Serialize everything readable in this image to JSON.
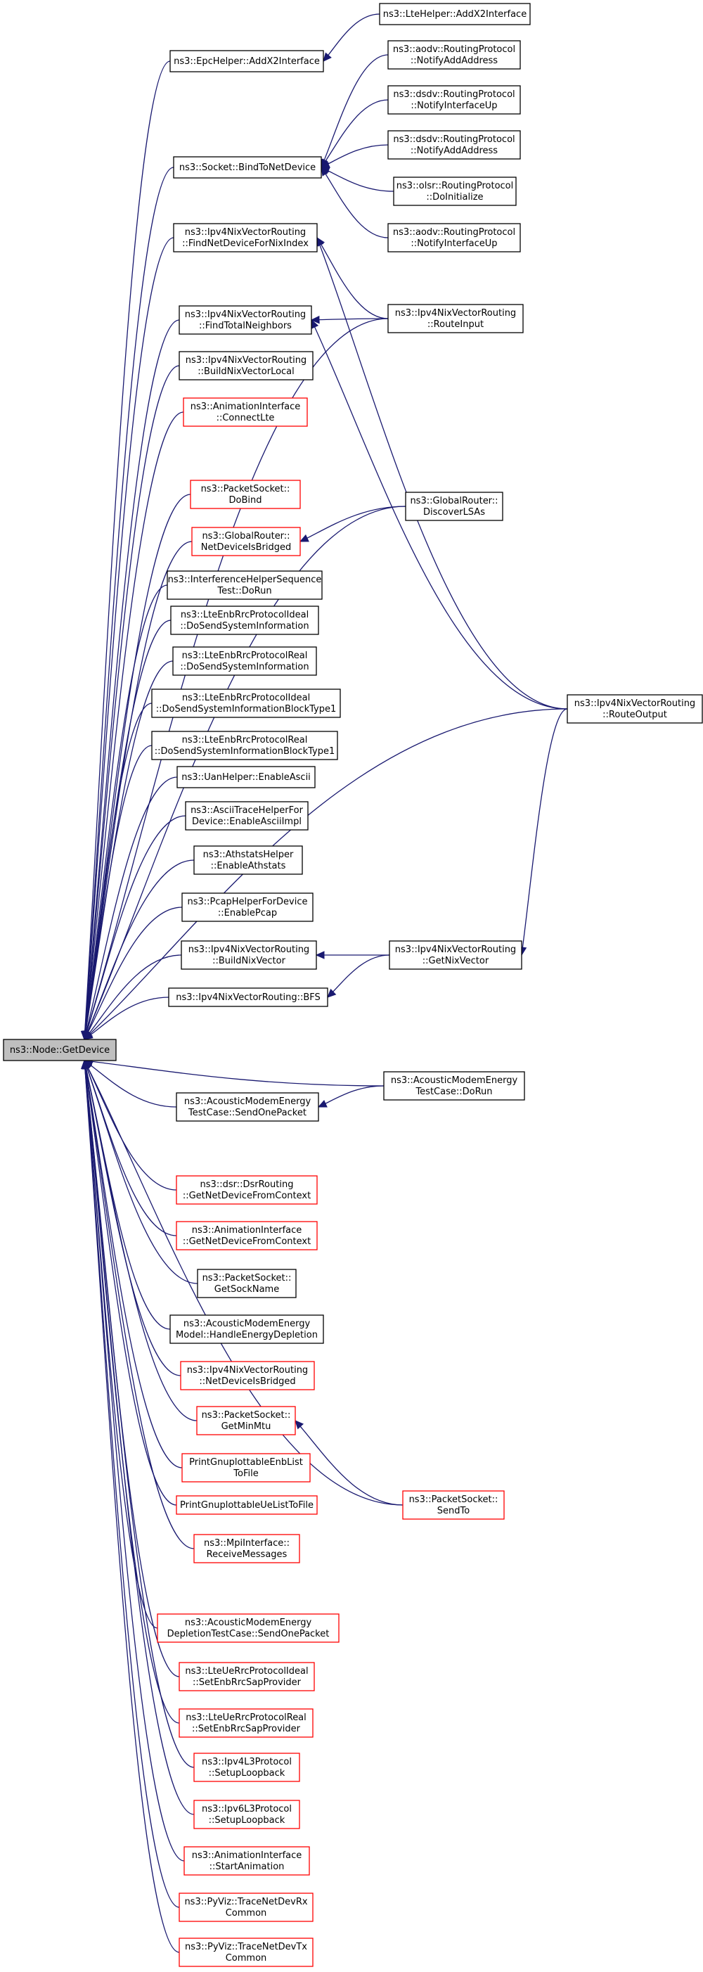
{
  "graph": {
    "title": "ns3::Node::GetDevice call graph",
    "nodes": [
      {
        "id": "getdevice",
        "lines": [
          "ns3::Node::GetDevice"
        ],
        "border": "root"
      },
      {
        "id": "epc_addx2",
        "lines": [
          "ns3::EpcHelper::AddX2Interface"
        ],
        "border": "black"
      },
      {
        "id": "lte_addx2",
        "lines": [
          "ns3::LteHelper::AddX2Interface"
        ],
        "border": "black"
      },
      {
        "id": "bindtonet",
        "lines": [
          "ns3::Socket::BindToNetDevice"
        ],
        "border": "black"
      },
      {
        "id": "aodv_notifyadd",
        "lines": [
          "ns3::aodv::RoutingProtocol",
          "::NotifyAddAddress"
        ],
        "border": "black"
      },
      {
        "id": "dsdv_notifyup",
        "lines": [
          "ns3::dsdv::RoutingProtocol",
          "::NotifyInterfaceUp"
        ],
        "border": "black"
      },
      {
        "id": "dsdv_notifyadd",
        "lines": [
          "ns3::dsdv::RoutingProtocol",
          "::NotifyAddAddress"
        ],
        "border": "black"
      },
      {
        "id": "olsr_doinit",
        "lines": [
          "ns3::olsr::RoutingProtocol",
          "::DoInitialize"
        ],
        "border": "black"
      },
      {
        "id": "aodv_notifyup",
        "lines": [
          "ns3::aodv::RoutingProtocol",
          "::NotifyInterfaceUp"
        ],
        "border": "black"
      },
      {
        "id": "findnetdev",
        "lines": [
          "ns3::Ipv4NixVectorRouting",
          "::FindNetDeviceForNixIndex"
        ],
        "border": "black"
      },
      {
        "id": "findtotal",
        "lines": [
          "ns3::Ipv4NixVectorRouting",
          "::FindTotalNeighbors"
        ],
        "border": "black"
      },
      {
        "id": "routeinput",
        "lines": [
          "ns3::Ipv4NixVectorRouting",
          "::RouteInput"
        ],
        "border": "black"
      },
      {
        "id": "buildlocal",
        "lines": [
          "ns3::Ipv4NixVectorRouting",
          "::BuildNixVectorLocal"
        ],
        "border": "black"
      },
      {
        "id": "connectlte",
        "lines": [
          "ns3::AnimationInterface",
          "::ConnectLte"
        ],
        "border": "red"
      },
      {
        "id": "dobind",
        "lines": [
          "ns3::PacketSocket::",
          "DoBind"
        ],
        "border": "red"
      },
      {
        "id": "discoverlsas",
        "lines": [
          "ns3::GlobalRouter::",
          "DiscoverLSAs"
        ],
        "border": "black"
      },
      {
        "id": "netdevbridged_gr",
        "lines": [
          "ns3::GlobalRouter::",
          "NetDeviceIsBridged"
        ],
        "border": "red"
      },
      {
        "id": "interference",
        "lines": [
          "ns3::InterferenceHelperSequence",
          "Test::DoRun"
        ],
        "border": "black"
      },
      {
        "id": "ideal_dosend",
        "lines": [
          "ns3::LteEnbRrcProtocolIdeal",
          "::DoSendSystemInformation"
        ],
        "border": "black"
      },
      {
        "id": "real_dosend",
        "lines": [
          "ns3::LteEnbRrcProtocolReal",
          "::DoSendSystemInformation"
        ],
        "border": "black"
      },
      {
        "id": "ideal_block",
        "lines": [
          "ns3::LteEnbRrcProtocolIdeal",
          "::DoSendSystemInformationBlockType1"
        ],
        "border": "black"
      },
      {
        "id": "real_block",
        "lines": [
          "ns3::LteEnbRrcProtocolReal",
          "::DoSendSystemInformationBlockType1"
        ],
        "border": "black"
      },
      {
        "id": "routeoutput",
        "lines": [
          "ns3::Ipv4NixVectorRouting",
          "::RouteOutput"
        ],
        "border": "black"
      },
      {
        "id": "uanascii",
        "lines": [
          "ns3::UanHelper::EnableAscii"
        ],
        "border": "black"
      },
      {
        "id": "asciitrace",
        "lines": [
          "ns3::AsciiTraceHelperFor",
          "Device::EnableAsciiImpl"
        ],
        "border": "black"
      },
      {
        "id": "athstats",
        "lines": [
          "ns3::AthstatsHelper",
          "::EnableAthstats"
        ],
        "border": "black"
      },
      {
        "id": "pcaphelper",
        "lines": [
          "ns3::PcapHelperForDevice",
          "::EnablePcap"
        ],
        "border": "black"
      },
      {
        "id": "buildnix",
        "lines": [
          "ns3::Ipv4NixVectorRouting",
          "::BuildNixVector"
        ],
        "border": "black"
      },
      {
        "id": "getnixvector",
        "lines": [
          "ns3::Ipv4NixVectorRouting",
          "::GetNixVector"
        ],
        "border": "black"
      },
      {
        "id": "bfs",
        "lines": [
          "ns3::Ipv4NixVectorRouting::BFS"
        ],
        "border": "black"
      },
      {
        "id": "acoustic_send",
        "lines": [
          "ns3::AcousticModemEnergy",
          "TestCase::SendOnePacket"
        ],
        "border": "black"
      },
      {
        "id": "acoustic_run",
        "lines": [
          "ns3::AcousticModemEnergy",
          "TestCase::DoRun"
        ],
        "border": "black"
      },
      {
        "id": "dsr_getnet",
        "lines": [
          "ns3::dsr::DsrRouting",
          "::GetNetDeviceFromContext"
        ],
        "border": "red"
      },
      {
        "id": "anim_getnet",
        "lines": [
          "ns3::AnimationInterface",
          "::GetNetDeviceFromContext"
        ],
        "border": "red"
      },
      {
        "id": "getsockname",
        "lines": [
          "ns3::PacketSocket::",
          "GetSockName"
        ],
        "border": "black"
      },
      {
        "id": "energydepletion",
        "lines": [
          "ns3::AcousticModemEnergy",
          "Model::HandleEnergyDepletion"
        ],
        "border": "black"
      },
      {
        "id": "nix_bridged",
        "lines": [
          "ns3::Ipv4NixVectorRouting",
          "::NetDeviceIsBridged"
        ],
        "border": "red"
      },
      {
        "id": "getminmtu",
        "lines": [
          "ns3::PacketSocket::",
          "GetMinMtu"
        ],
        "border": "red"
      },
      {
        "id": "enblist",
        "lines": [
          "PrintGnuplottableEnbList",
          "ToFile"
        ],
        "border": "red"
      },
      {
        "id": "uelist",
        "lines": [
          "PrintGnuplottableUeListToFile"
        ],
        "border": "red"
      },
      {
        "id": "sendto",
        "lines": [
          "ns3::PacketSocket::",
          "SendTo"
        ],
        "border": "red"
      },
      {
        "id": "mpi",
        "lines": [
          "ns3::MpiInterface::",
          "ReceiveMessages"
        ],
        "border": "red"
      },
      {
        "id": "depletion_send",
        "lines": [
          "ns3::AcousticModemEnergy",
          "DepletionTestCase::SendOnePacket"
        ],
        "border": "red"
      },
      {
        "id": "ue_ideal",
        "lines": [
          "ns3::LteUeRrcProtocolIdeal",
          "::SetEnbRrcSapProvider"
        ],
        "border": "red"
      },
      {
        "id": "ue_real",
        "lines": [
          "ns3::LteUeRrcProtocolReal",
          "::SetEnbRrcSapProvider"
        ],
        "border": "red"
      },
      {
        "id": "ipv4l3",
        "lines": [
          "ns3::Ipv4L3Protocol",
          "::SetupLoopback"
        ],
        "border": "red"
      },
      {
        "id": "ipv6l3",
        "lines": [
          "ns3::Ipv6L3Protocol",
          "::SetupLoopback"
        ],
        "border": "red"
      },
      {
        "id": "startanim",
        "lines": [
          "ns3::AnimationInterface",
          "::StartAnimation"
        ],
        "border": "red"
      },
      {
        "id": "pyviz_rx",
        "lines": [
          "ns3::PyViz::TraceNetDevRx",
          "Common"
        ],
        "border": "red"
      },
      {
        "id": "pyviz_tx",
        "lines": [
          "ns3::PyViz::TraceNetDevTx",
          "Common"
        ],
        "border": "red"
      }
    ],
    "edges": [
      {
        "from": "epc_addx2",
        "to": "getdevice"
      },
      {
        "from": "lte_addx2",
        "to": "epc_addx2"
      },
      {
        "from": "bindtonet",
        "to": "getdevice"
      },
      {
        "from": "aodv_notifyadd",
        "to": "bindtonet"
      },
      {
        "from": "dsdv_notifyup",
        "to": "bindtonet"
      },
      {
        "from": "dsdv_notifyadd",
        "to": "bindtonet"
      },
      {
        "from": "olsr_doinit",
        "to": "bindtonet"
      },
      {
        "from": "aodv_notifyup",
        "to": "bindtonet"
      },
      {
        "from": "findnetdev",
        "to": "getdevice"
      },
      {
        "from": "routeinput",
        "to": "findnetdev"
      },
      {
        "from": "routeoutput",
        "to": "findnetdev"
      },
      {
        "from": "routeinput",
        "to": "getdevice"
      },
      {
        "from": "findtotal",
        "to": "getdevice"
      },
      {
        "from": "routeinput",
        "to": "findtotal"
      },
      {
        "from": "routeoutput",
        "to": "findtotal"
      },
      {
        "from": "buildlocal",
        "to": "getdevice"
      },
      {
        "from": "connectlte",
        "to": "getdevice"
      },
      {
        "from": "discoverlsas",
        "to": "getdevice"
      },
      {
        "from": "dobind",
        "to": "getdevice"
      },
      {
        "from": "netdevbridged_gr",
        "to": "getdevice"
      },
      {
        "from": "discoverlsas",
        "to": "netdevbridged_gr"
      },
      {
        "from": "interference",
        "to": "getdevice"
      },
      {
        "from": "ideal_dosend",
        "to": "getdevice"
      },
      {
        "from": "real_dosend",
        "to": "getdevice"
      },
      {
        "from": "ideal_block",
        "to": "getdevice"
      },
      {
        "from": "real_block",
        "to": "getdevice"
      },
      {
        "from": "uanascii",
        "to": "getdevice"
      },
      {
        "from": "asciitrace",
        "to": "getdevice"
      },
      {
        "from": "athstats",
        "to": "getdevice"
      },
      {
        "from": "pcaphelper",
        "to": "getdevice"
      },
      {
        "from": "buildnix",
        "to": "getdevice"
      },
      {
        "from": "getnixvector",
        "to": "buildnix"
      },
      {
        "from": "routeoutput",
        "to": "getnixvector"
      },
      {
        "from": "bfs",
        "to": "getdevice"
      },
      {
        "from": "getnixvector",
        "to": "bfs"
      },
      {
        "from": "acoustic_run",
        "to": "getdevice"
      },
      {
        "from": "acoustic_send",
        "to": "getdevice"
      },
      {
        "from": "acoustic_run",
        "to": "acoustic_send"
      },
      {
        "from": "routeoutput",
        "to": "getdevice"
      },
      {
        "from": "dsr_getnet",
        "to": "getdevice"
      },
      {
        "from": "anim_getnet",
        "to": "getdevice"
      },
      {
        "from": "getsockname",
        "to": "getdevice"
      },
      {
        "from": "energydepletion",
        "to": "getdevice"
      },
      {
        "from": "nix_bridged",
        "to": "getdevice"
      },
      {
        "from": "getminmtu",
        "to": "getdevice"
      },
      {
        "from": "sendto",
        "to": "getminmtu"
      },
      {
        "from": "enblist",
        "to": "getdevice"
      },
      {
        "from": "uelist",
        "to": "getdevice"
      },
      {
        "from": "mpi",
        "to": "getdevice"
      },
      {
        "from": "sendto",
        "to": "getdevice"
      },
      {
        "from": "depletion_send",
        "to": "getdevice"
      },
      {
        "from": "ue_ideal",
        "to": "getdevice"
      },
      {
        "from": "ue_real",
        "to": "getdevice"
      },
      {
        "from": "ipv4l3",
        "to": "getdevice"
      },
      {
        "from": "ipv6l3",
        "to": "getdevice"
      },
      {
        "from": "startanim",
        "to": "getdevice"
      },
      {
        "from": "pyviz_rx",
        "to": "getdevice"
      },
      {
        "from": "pyviz_tx",
        "to": "getdevice"
      }
    ],
    "colors": {
      "edge": "#191970",
      "red_border": "#ff0000",
      "black_border": "#000000",
      "root_fill": "#bfbfbf"
    }
  }
}
